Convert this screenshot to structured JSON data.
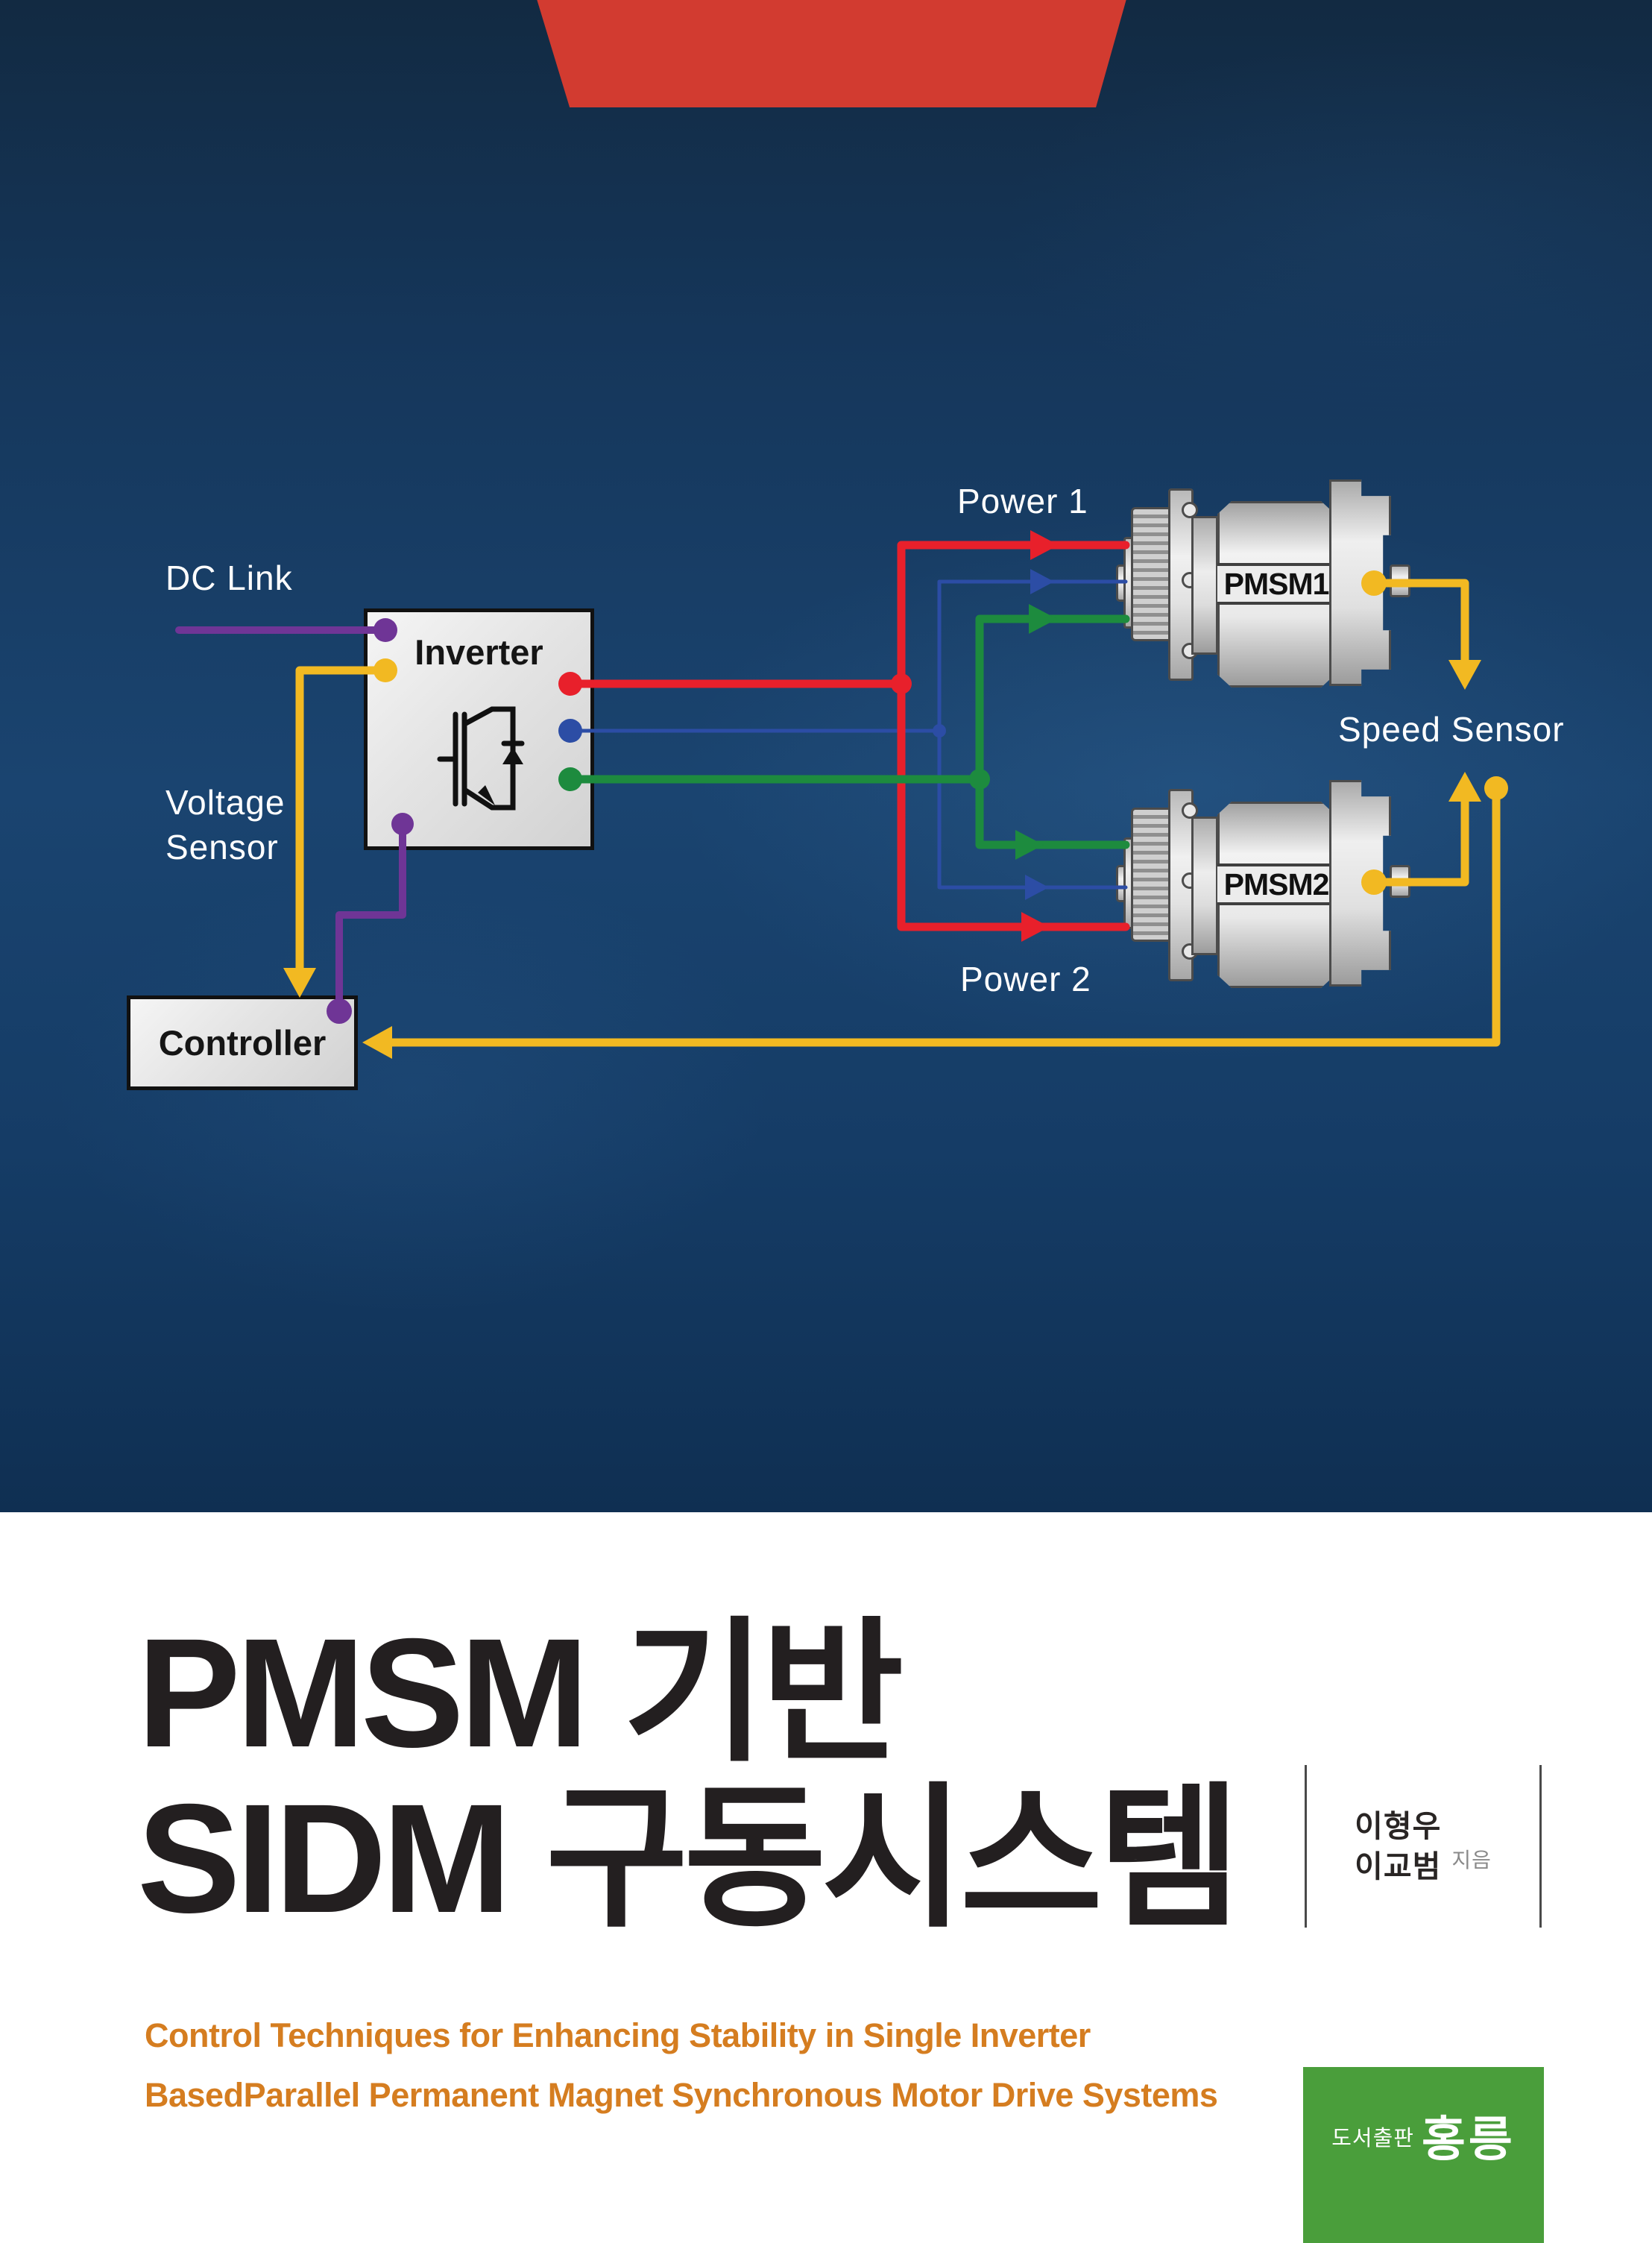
{
  "colors": {
    "accent_red": "#d23b30",
    "wire_red": "#e8202b",
    "wire_blue": "#2c4da5",
    "wire_green": "#1d8b3e",
    "wire_yellow": "#f2b922",
    "wire_purple": "#6f3596",
    "title_text": "#231f20",
    "subtitle_orange": "#d57d20",
    "logo_green": "#4a9e3b"
  },
  "diagram": {
    "labels": {
      "dc_link": "DC Link",
      "voltage_line1": "Voltage",
      "voltage_line2": "Sensor",
      "power1": "Power 1",
      "power2": "Power 2",
      "speed_sensor": "Speed Sensor"
    },
    "blocks": {
      "inverter": "Inverter",
      "controller": "Controller",
      "motor1": "PMSM1",
      "motor2": "PMSM2"
    }
  },
  "cover": {
    "title_line1": "PMSM 기반",
    "title_line2": "SIDM 구동시스템",
    "authors": {
      "name1": "이형우",
      "name2": "이교범",
      "role": "지음"
    },
    "subtitle_line1": "Control Techniques for Enhancing Stability in Single Inverter",
    "subtitle_line2": "BasedParallel Permanent Magnet Synchronous Motor Drive Systems",
    "publisher": {
      "prefix": "도서출판",
      "name": "홍릉"
    }
  }
}
